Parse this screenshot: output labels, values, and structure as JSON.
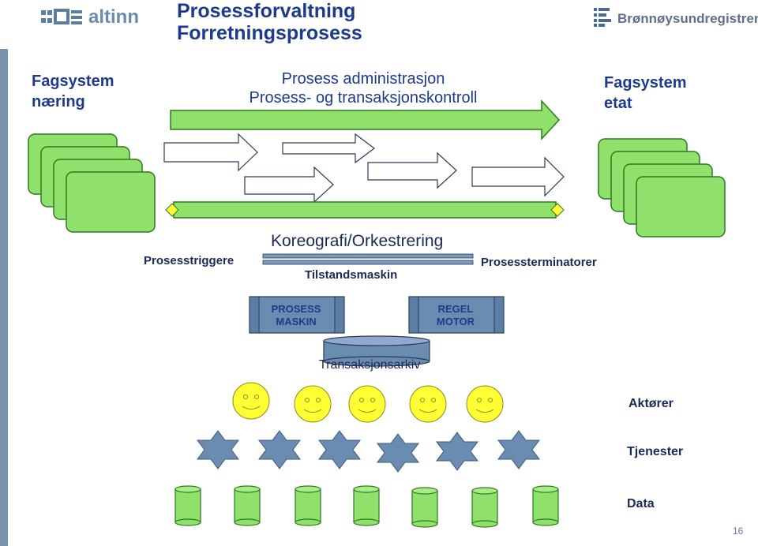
{
  "header": {
    "title_line1": "Prosessforvaltning",
    "title_line2": "Forretningsprosess",
    "logo_left_text": "altinn",
    "logo_right_text": "Brønnøysundregistrene"
  },
  "labels": {
    "fagsystem_naering": [
      "Fagsystem",
      "næring"
    ],
    "fagsystem_etat": [
      "Fagsystem",
      "etat"
    ],
    "process_admin_line1": "Prosess administrasjon",
    "process_admin_line2": "Prosess- og transaksjonskontroll",
    "prosesstriggere": "Prosesstriggere",
    "koreografi": "Koreografi/Orkestrering",
    "tilstandsmaskin": "Tilstandsmaskin",
    "prosessterminatorer": "Prosessterminatorer",
    "prosess_maskin": [
      "PROSESS",
      "MASKIN"
    ],
    "regel_motor": [
      "REGEL",
      "MOTOR"
    ],
    "transaksjonsarkiv": "Transaksjonsarkiv",
    "aktorer": "Aktører",
    "tjenester": "Tjenester",
    "data": "Data"
  },
  "page_number": "16",
  "colors": {
    "green": "#8fe16b",
    "green_stroke": "#2b7a1f",
    "navy": "#1d3b8c",
    "steel_blue": "#6a8cb0",
    "smiley": "#ffff33",
    "sidebar": "#7c93ae"
  },
  "icons": [
    "altinn-logo-icon",
    "brreg-logo-icon",
    "smiley-icon",
    "star-icon",
    "cylinder-icon"
  ]
}
